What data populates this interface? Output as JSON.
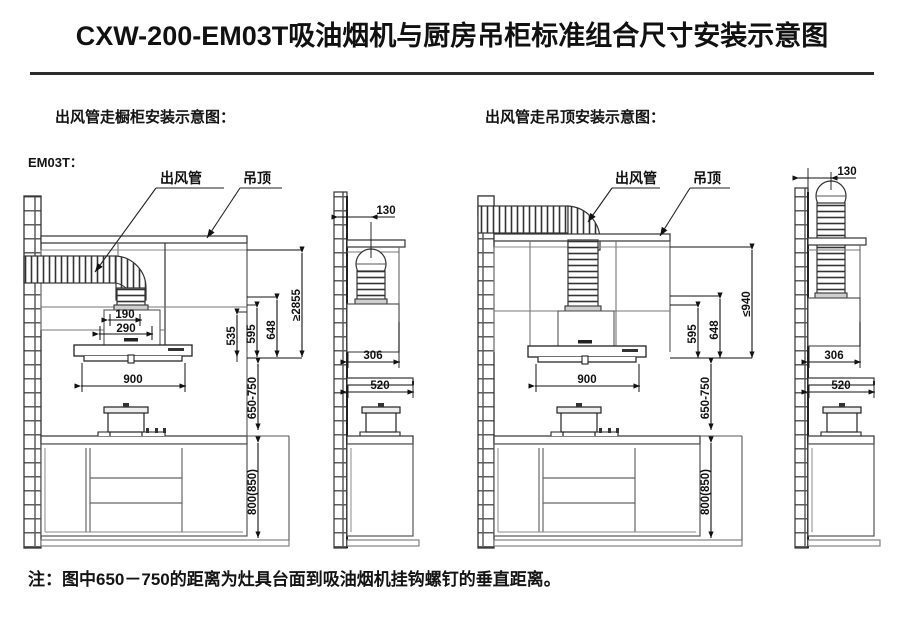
{
  "document": {
    "title": "CXW-200-EM03T吸油烟机与厨房吊柜标准组合尺寸安装示意图",
    "model_label": "EM03T：",
    "footnote": "注：图中650－750的距离为灶具台面到吸油烟机挂钩螺钉的垂直距离。"
  },
  "sections": {
    "left_heading": "出风管走橱柜安装示意图：",
    "right_heading": "出风管走吊顶安装示意图："
  },
  "callouts": {
    "duct": "出风管",
    "ceiling": "吊顶"
  },
  "left_diagram": {
    "name": "出风管走橱柜安装示意图",
    "front_view": {
      "dims": {
        "hood_neck_inner": "190",
        "hood_neck_outer": "290",
        "hood_width": "900",
        "h_535": "535",
        "h_595": "595",
        "h_648": "648",
        "h_total": "≥2855",
        "hood_to_cooktop": "650-750",
        "counter_height": "800(850)"
      }
    },
    "side_view": {
      "dims": {
        "offset_from_wall": "130",
        "hood_depth": "306",
        "cabinet_depth": "520"
      }
    }
  },
  "right_diagram": {
    "name": "出风管走吊顶安装示意图",
    "front_view": {
      "dims": {
        "hood_width": "900",
        "h_595": "595",
        "h_648": "648",
        "h_total": "≤940",
        "hood_to_cooktop": "650-750",
        "counter_height": "800(850)"
      }
    },
    "side_view": {
      "dims": {
        "offset_from_wall": "130",
        "hood_depth": "306",
        "cabinet_depth": "520"
      }
    }
  },
  "colors": {
    "ink": "#111111",
    "line": "#2b2b2b",
    "light_line": "#777777",
    "fill": "#ffffff",
    "shade": "#d8d8d8"
  }
}
